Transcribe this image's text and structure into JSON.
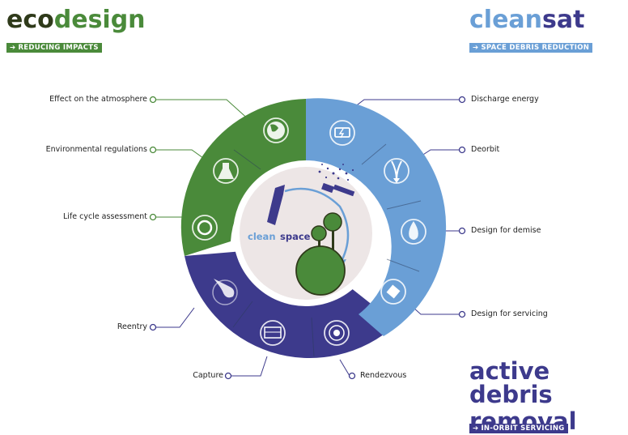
{
  "colors": {
    "green": "#4a8a3a",
    "blue": "#6a9fd6",
    "purple": "#3d3a8c",
    "dark_olive": "#2f3a1a"
  },
  "ecodesign": {
    "title_eco": "eco",
    "title_design": "design",
    "tag": "REDUCING IMPACTS",
    "items": [
      "Effect on the atmosphere",
      "Environmental regulations",
      "Life cycle assessment"
    ]
  },
  "cleansat": {
    "title_clean": "clean",
    "title_sat": "sat",
    "tag": "SPACE DEBRIS REDUCTION",
    "items": [
      "Discharge energy",
      "Deorbit",
      "Design for demise",
      "Design for servicing"
    ]
  },
  "adr": {
    "title_line1": "active debris",
    "title_line2": "removal",
    "tag": "IN-ORBIT SERVICING",
    "items": [
      "Reentry",
      "Capture",
      "Rendezvous"
    ]
  },
  "center": {
    "word1": "clean",
    "word2": "space"
  },
  "icons": [
    "globe-icon",
    "flask-icon",
    "recycle-icon",
    "battery-icon",
    "deorbit-arrow-icon",
    "flame-icon",
    "satellite-icon",
    "meteor-icon",
    "net-icon",
    "target-icon"
  ]
}
